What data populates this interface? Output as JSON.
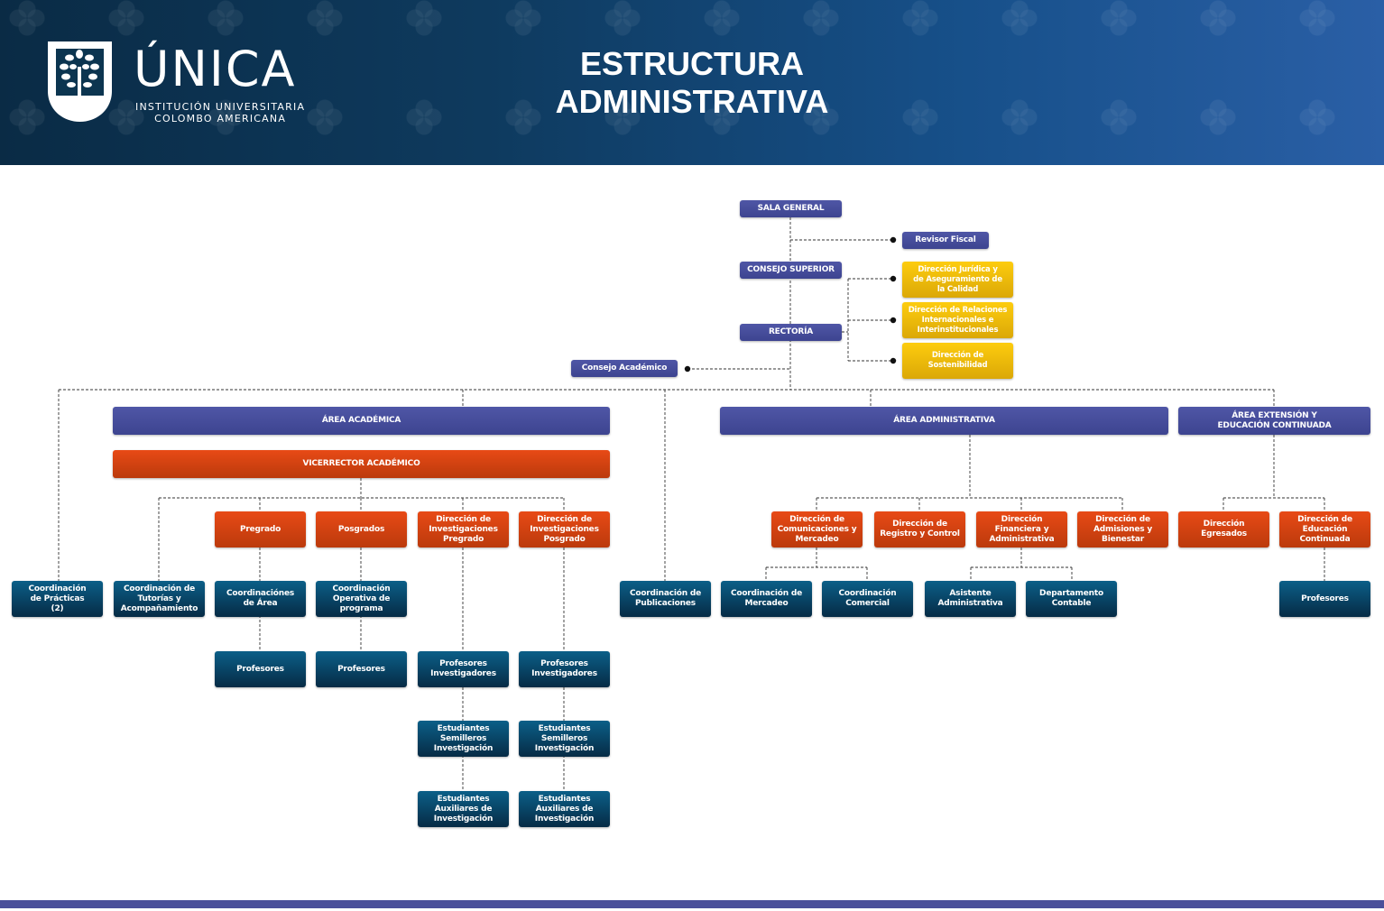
{
  "header": {
    "logo_name": "ÚNICA",
    "logo_subtitle": "INSTITUCIÓN UNIVERSITARIA\nCOLOMBO AMERICANA",
    "title": "ESTRUCTURA\nADMINISTRATIVA"
  },
  "colors": {
    "purple": "#4a50a0",
    "yellow": "#f5c20b",
    "orange": "#e04614",
    "blue": "#0a4a6e"
  },
  "nodes": {
    "sala_general": {
      "label": "SALA GENERAL",
      "type": "purple"
    },
    "revisor_fiscal": {
      "label": "Revisor Fiscal",
      "type": "purple"
    },
    "consejo_superior": {
      "label": "CONSEJO SUPERIOR",
      "type": "purple"
    },
    "rectoria": {
      "label": "RECTORÍA",
      "type": "purple"
    },
    "dir_juridica": {
      "label": "Dirección Jurídica y\nde Aseguramiento de\nla Calidad",
      "type": "yellow"
    },
    "dir_relaciones": {
      "label": "Dirección de Relaciones\nInternacionales e\nInterinstitucionales",
      "type": "yellow"
    },
    "dir_sostenibilidad": {
      "label": "Dirección de\nSostenibilidad",
      "type": "yellow"
    },
    "consejo_academico": {
      "label": "Consejo Académico",
      "type": "purple"
    },
    "area_academica": {
      "label": "ÁREA ACADÉMICA",
      "type": "purple"
    },
    "vicerrector": {
      "label": "VICERRECTOR ACADÉMICO",
      "type": "orange"
    },
    "area_administrativa": {
      "label": "ÁREA ADMINISTRATIVA",
      "type": "purple"
    },
    "area_extension": {
      "label": "ÁREA EXTENSIÓN Y\nEDUCACIÓN CONTINUADA",
      "type": "purple"
    },
    "pregrado": {
      "label": "Pregrado",
      "type": "orange"
    },
    "posgrados": {
      "label": "Posgrados",
      "type": "orange"
    },
    "dir_inv_pregrado": {
      "label": "Dirección de\nInvestigaciones\nPregrado",
      "type": "orange"
    },
    "dir_inv_posgrado": {
      "label": "Dirección de\nInvestigaciones\nPosgrado",
      "type": "orange"
    },
    "dir_comunicaciones": {
      "label": "Dirección de\nComunicaciones y\nMercadeo",
      "type": "orange"
    },
    "dir_registro": {
      "label": "Dirección de\nRegistro y Control",
      "type": "orange"
    },
    "dir_financiera": {
      "label": "Dirección\nFinanciera y\nAdministrativa",
      "type": "orange"
    },
    "dir_admisiones": {
      "label": "Dirección de\nAdmisiones y\nBienestar",
      "type": "orange"
    },
    "dir_egresados": {
      "label": "Dirección\nEgresados",
      "type": "orange"
    },
    "dir_educacion_continuada": {
      "label": "Dirección de\nEducación\nContinuada",
      "type": "orange"
    },
    "coord_practicas": {
      "label": "Coordinación\nde Prácticas\n(2)",
      "type": "blue"
    },
    "coord_tutorias": {
      "label": "Coordinación de\nTutorías y\nAcompañamiento",
      "type": "blue"
    },
    "coord_area": {
      "label": "Coordinaciónes\nde Área",
      "type": "blue"
    },
    "coord_operativa": {
      "label": "Coordinación\nOperativa de\nprograma",
      "type": "blue"
    },
    "coord_publicaciones": {
      "label": "Coordinación de\nPublicaciones",
      "type": "blue"
    },
    "coord_mercadeo": {
      "label": "Coordinación de\nMercadeo",
      "type": "blue"
    },
    "coord_comercial": {
      "label": "Coordinación\nComercial",
      "type": "blue"
    },
    "asistente_administrativa": {
      "label": "Asistente\nAdministrativa",
      "type": "blue"
    },
    "dep_contable": {
      "label": "Departamento\nContable",
      "type": "blue"
    },
    "profesores_ec": {
      "label": "Profesores",
      "type": "blue"
    },
    "profesores_pregrado": {
      "label": "Profesores",
      "type": "blue"
    },
    "profesores_posgrados": {
      "label": "Profesores",
      "type": "blue"
    },
    "prof_inv_pregrado": {
      "label": "Profesores\nInvestigadores",
      "type": "blue"
    },
    "prof_inv_posgrado": {
      "label": "Profesores\nInvestigadores",
      "type": "blue"
    },
    "semilleros_pregrado": {
      "label": "Estudiantes\nSemilleros\nInvestigación",
      "type": "blue"
    },
    "semilleros_posgrado": {
      "label": "Estudiantes\nSemilleros\nInvestigación",
      "type": "blue"
    },
    "auxiliares_pregrado": {
      "label": "Estudiantes\nAuxiliares de\nInvestigación",
      "type": "blue"
    },
    "auxiliares_posgrado": {
      "label": "Estudiantes\nAuxiliares de\nInvestigación",
      "type": "blue"
    }
  }
}
